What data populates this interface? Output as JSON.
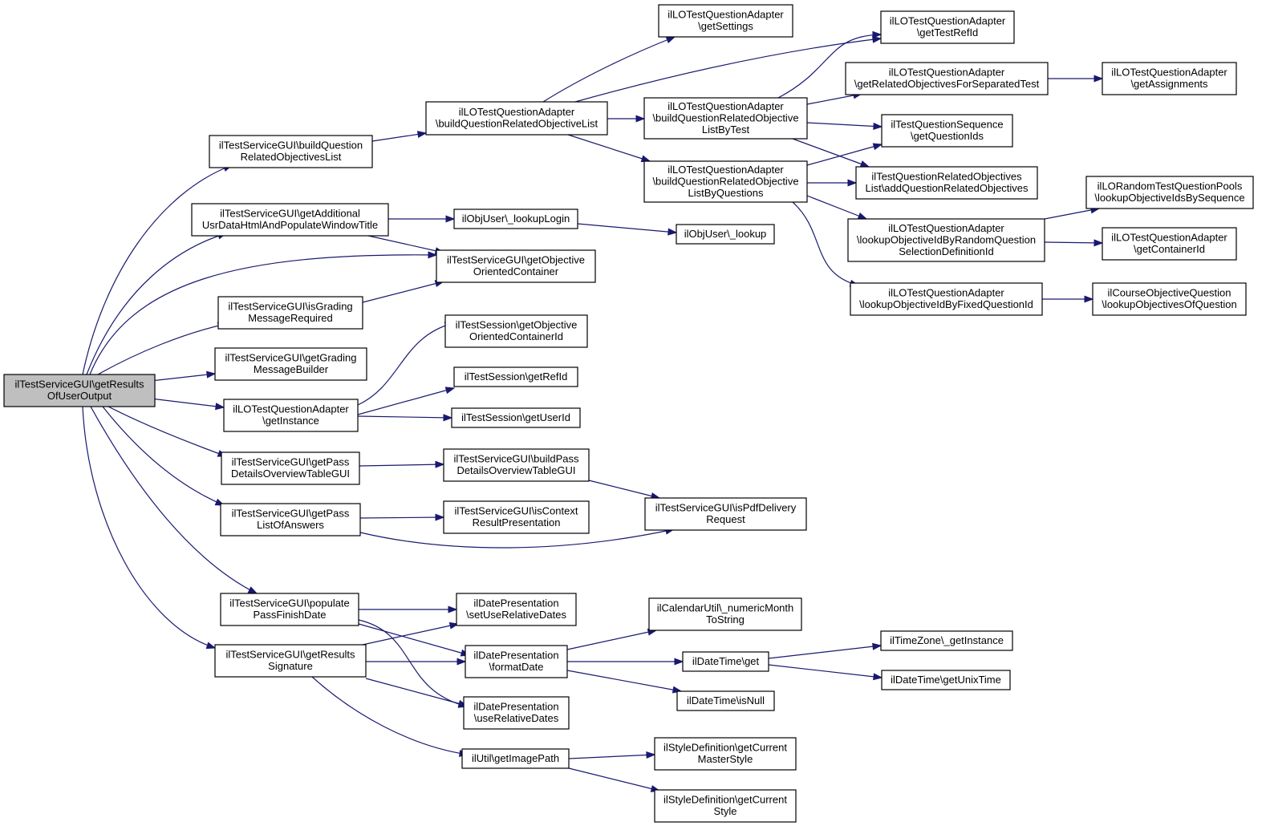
{
  "colors": {
    "edge": "#191970",
    "node_border": "#000000",
    "root_fill": "#bfbfbf",
    "node_fill": "#ffffff"
  },
  "nodes": [
    {
      "id": "root",
      "lines": [
        "ilTestServiceGUI\\getResults",
        "OfUserOutput"
      ]
    },
    {
      "id": "bqro",
      "lines": [
        "ilTestServiceGUI\\buildQuestion",
        "RelatedObjectivesList"
      ]
    },
    {
      "id": "gaud",
      "lines": [
        "ilTestServiceGUI\\getAdditional",
        "UsrDataHtmlAndPopulateWindowTitle"
      ]
    },
    {
      "id": "igmr",
      "lines": [
        "ilTestServiceGUI\\isGrading",
        "MessageRequired"
      ]
    },
    {
      "id": "ggmb",
      "lines": [
        "ilTestServiceGUI\\getGrading",
        "MessageBuilder"
      ]
    },
    {
      "id": "lgi",
      "lines": [
        "ilLOTestQuestionAdapter",
        "\\getInstance"
      ]
    },
    {
      "id": "gpdo",
      "lines": [
        "ilTestServiceGUI\\getPass",
        "DetailsOverviewTableGUI"
      ]
    },
    {
      "id": "gplo",
      "lines": [
        "ilTestServiceGUI\\getPass",
        "ListOfAnswers"
      ]
    },
    {
      "id": "ppfd",
      "lines": [
        "ilTestServiceGUI\\populate",
        "PassFinishDate"
      ]
    },
    {
      "id": "grs",
      "lines": [
        "ilTestServiceGUI\\getResults",
        "Signature"
      ]
    },
    {
      "id": "lbqrol",
      "lines": [
        "ilLOTestQuestionAdapter",
        "\\buildQuestionRelatedObjectiveList"
      ]
    },
    {
      "id": "oull",
      "lines": [
        "ilObjUser\\_lookupLogin"
      ]
    },
    {
      "id": "goc",
      "lines": [
        "ilTestServiceGUI\\getObjective",
        "OrientedContainer"
      ]
    },
    {
      "id": "tsgoc",
      "lines": [
        "ilTestSession\\getObjective",
        "OrientedContainerId"
      ]
    },
    {
      "id": "tsgr",
      "lines": [
        "ilTestSession\\getRefId"
      ]
    },
    {
      "id": "tsgu",
      "lines": [
        "ilTestSession\\getUserId"
      ]
    },
    {
      "id": "bpdo",
      "lines": [
        "ilTestServiceGUI\\buildPass",
        "DetailsOverviewTableGUI"
      ]
    },
    {
      "id": "icrp",
      "lines": [
        "ilTestServiceGUI\\isContext",
        "ResultPresentation"
      ]
    },
    {
      "id": "dpsu",
      "lines": [
        "ilDatePresentation",
        "\\setUseRelativeDates"
      ]
    },
    {
      "id": "dpfd",
      "lines": [
        "ilDatePresentation",
        "\\formatDate"
      ]
    },
    {
      "id": "dpur",
      "lines": [
        "ilDatePresentation",
        "\\useRelativeDates"
      ]
    },
    {
      "id": "ugip",
      "lines": [
        "ilUtil\\getImagePath"
      ]
    },
    {
      "id": "lgs",
      "lines": [
        "ilLOTestQuestionAdapter",
        "\\getSettings"
      ]
    },
    {
      "id": "lbqt",
      "lines": [
        "ilLOTestQuestionAdapter",
        "\\buildQuestionRelatedObjective",
        "ListByTest"
      ]
    },
    {
      "id": "lbqq",
      "lines": [
        "ilLOTestQuestionAdapter",
        "\\buildQuestionRelatedObjective",
        "ListByQuestions"
      ]
    },
    {
      "id": "oul",
      "lines": [
        "ilObjUser\\_lookup"
      ]
    },
    {
      "id": "ipdr",
      "lines": [
        "ilTestServiceGUI\\isPdfDelivery",
        "Request"
      ]
    },
    {
      "id": "cunm",
      "lines": [
        "ilCalendarUtil\\_numericMonth",
        "ToString"
      ]
    },
    {
      "id": "dtg",
      "lines": [
        "ilDateTime\\get"
      ]
    },
    {
      "id": "dtin",
      "lines": [
        "ilDateTime\\isNull"
      ]
    },
    {
      "id": "sdgcm",
      "lines": [
        "ilStyleDefinition\\getCurrent",
        "MasterStyle"
      ]
    },
    {
      "id": "sdgcs",
      "lines": [
        "ilStyleDefinition\\getCurrent",
        "Style"
      ]
    },
    {
      "id": "lgtr",
      "lines": [
        "ilLOTestQuestionAdapter",
        "\\getTestRefId"
      ]
    },
    {
      "id": "lgro",
      "lines": [
        "ilLOTestQuestionAdapter",
        "\\getRelatedObjectivesForSeparatedTest"
      ]
    },
    {
      "id": "tqsg",
      "lines": [
        "ilTestQuestionSequence",
        "\\getQuestionIds"
      ]
    },
    {
      "id": "tqro",
      "lines": [
        "ilTestQuestionRelatedObjectives",
        "List\\addQuestionRelatedObjectives"
      ]
    },
    {
      "id": "lloir",
      "lines": [
        "ilLOTestQuestionAdapter",
        "\\lookupObjectiveIdByRandomQuestion",
        "SelectionDefinitionId"
      ]
    },
    {
      "id": "llofq",
      "lines": [
        "ilLOTestQuestionAdapter",
        "\\lookupObjectiveIdByFixedQuestionId"
      ]
    },
    {
      "id": "tzgi",
      "lines": [
        "ilTimeZone\\_getInstance"
      ]
    },
    {
      "id": "dtgu",
      "lines": [
        "ilDateTime\\getUnixTime"
      ]
    },
    {
      "id": "lga",
      "lines": [
        "ilLOTestQuestionAdapter",
        "\\getAssignments"
      ]
    },
    {
      "id": "lrtq",
      "lines": [
        "ilLORandomTestQuestionPools",
        "\\lookupObjectiveIdsBySequence"
      ]
    },
    {
      "id": "lgci",
      "lines": [
        "ilLOTestQuestionAdapter",
        "\\getContainerId"
      ]
    },
    {
      "id": "coq",
      "lines": [
        "ilCourseObjectiveQuestion",
        "\\lookupObjectivesOfQuestion"
      ]
    }
  ],
  "edges": [
    [
      "root",
      "bqro"
    ],
    [
      "root",
      "gaud"
    ],
    [
      "root",
      "goc"
    ],
    [
      "root",
      "igmr"
    ],
    [
      "root",
      "ggmb"
    ],
    [
      "root",
      "lgi"
    ],
    [
      "root",
      "gpdo"
    ],
    [
      "root",
      "gplo"
    ],
    [
      "root",
      "ppfd"
    ],
    [
      "root",
      "grs"
    ],
    [
      "bqro",
      "lbqrol"
    ],
    [
      "gaud",
      "oull"
    ],
    [
      "gaud",
      "goc"
    ],
    [
      "igmr",
      "goc"
    ],
    [
      "lgi",
      "tsgoc"
    ],
    [
      "lgi",
      "tsgr"
    ],
    [
      "lgi",
      "tsgu"
    ],
    [
      "gpdo",
      "bpdo"
    ],
    [
      "gplo",
      "icrp"
    ],
    [
      "gplo",
      "ipdr"
    ],
    [
      "ppfd",
      "dpsu"
    ],
    [
      "ppfd",
      "dpfd"
    ],
    [
      "ppfd",
      "dpur"
    ],
    [
      "grs",
      "dpsu"
    ],
    [
      "grs",
      "dpfd"
    ],
    [
      "grs",
      "dpur"
    ],
    [
      "grs",
      "ugip"
    ],
    [
      "lbqrol",
      "lgs"
    ],
    [
      "lbqrol",
      "lgtr"
    ],
    [
      "lbqrol",
      "lbqt"
    ],
    [
      "lbqrol",
      "lbqq"
    ],
    [
      "oull",
      "oul"
    ],
    [
      "bpdo",
      "ipdr"
    ],
    [
      "dpfd",
      "cunm"
    ],
    [
      "dpfd",
      "dtg"
    ],
    [
      "dpfd",
      "dtin"
    ],
    [
      "ugip",
      "sdgcm"
    ],
    [
      "ugip",
      "sdgcs"
    ],
    [
      "lbqt",
      "lgtr"
    ],
    [
      "lbqt",
      "lgro"
    ],
    [
      "lbqt",
      "tqsg"
    ],
    [
      "lbqt",
      "tqro"
    ],
    [
      "lbqq",
      "tqsg"
    ],
    [
      "lbqq",
      "tqro"
    ],
    [
      "lbqq",
      "lloir"
    ],
    [
      "lbqq",
      "llofq"
    ],
    [
      "dtg",
      "tzgi"
    ],
    [
      "dtg",
      "dtgu"
    ],
    [
      "lgro",
      "lga"
    ],
    [
      "lloir",
      "lrtq"
    ],
    [
      "lloir",
      "lgci"
    ],
    [
      "llofq",
      "coq"
    ]
  ]
}
